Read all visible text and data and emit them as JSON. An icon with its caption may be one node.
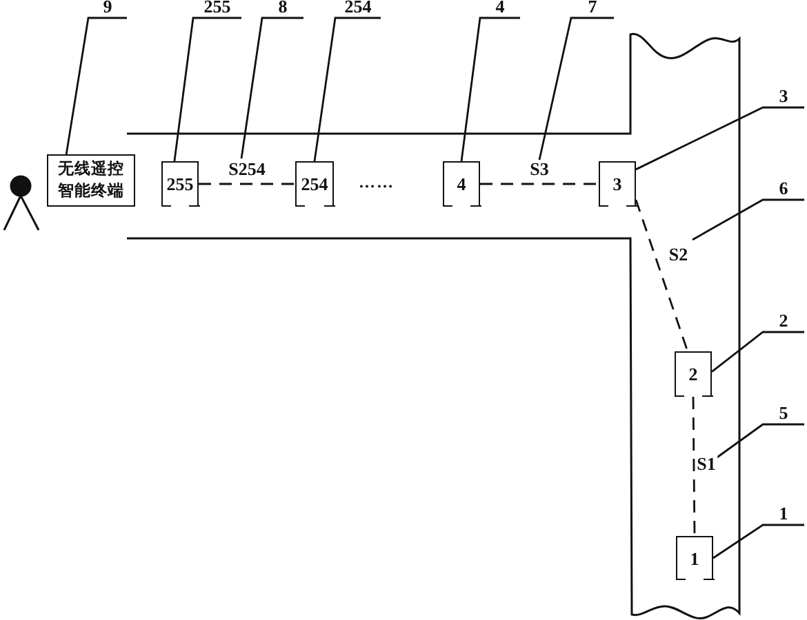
{
  "diagram": {
    "nodes": [
      {
        "text": [
          "无线遥控智能终端"
        ]
      },
      {
        "text": [
          "255"
        ]
      },
      {
        "text": [
          "254"
        ]
      },
      {
        "text": [
          "4"
        ]
      },
      {
        "text": [
          "3"
        ]
      },
      {
        "text": [
          "2"
        ]
      },
      {
        "text": [
          "1"
        ]
      },
      {
        "text": [
          "9"
        ]
      },
      {
        "text": [
          "255"
        ]
      },
      {
        "text": [
          "8"
        ]
      },
      {
        "text": [
          "254"
        ]
      },
      {
        "text": [
          "4"
        ]
      },
      {
        "text": [
          "7"
        ]
      },
      {
        "text": [
          "3"
        ]
      },
      {
        "text": [
          "6"
        ]
      },
      {
        "text": [
          "2"
        ]
      },
      {
        "text": [
          "5"
        ]
      },
      {
        "text": [
          "1"
        ]
      }
    ],
    "edges": [
      {
        "from": 1,
        "to": 2,
        "arrow": "none",
        "style": "dashed",
        "label": "S254"
      },
      {
        "from": 3,
        "to": 4,
        "arrow": "none",
        "style": "dashed",
        "label": "S3"
      },
      {
        "from": 4,
        "to": 5,
        "arrow": "none",
        "style": "dashed",
        "label": "S2"
      },
      {
        "from": 5,
        "to": 6,
        "arrow": "none",
        "style": "dashed",
        "label": "S1"
      },
      {
        "from": 7,
        "to": 0,
        "arrow": "none"
      },
      {
        "from": 8,
        "to": 1,
        "arrow": "none"
      },
      {
        "from": 9,
        "to": null,
        "arrow": "none"
      },
      {
        "from": 10,
        "to": 2,
        "arrow": "none"
      },
      {
        "from": 11,
        "to": 3,
        "arrow": "none"
      },
      {
        "from": 12,
        "to": null,
        "arrow": "none"
      },
      {
        "from": 13,
        "to": 4,
        "arrow": "none"
      },
      {
        "from": 14,
        "to": null,
        "arrow": "none"
      },
      {
        "from": 15,
        "to": 5,
        "arrow": "none"
      },
      {
        "from": 16,
        "to": null,
        "arrow": "none"
      },
      {
        "from": 17,
        "to": 6,
        "arrow": "none"
      }
    ],
    "labels": [
      "……"
    ]
  }
}
